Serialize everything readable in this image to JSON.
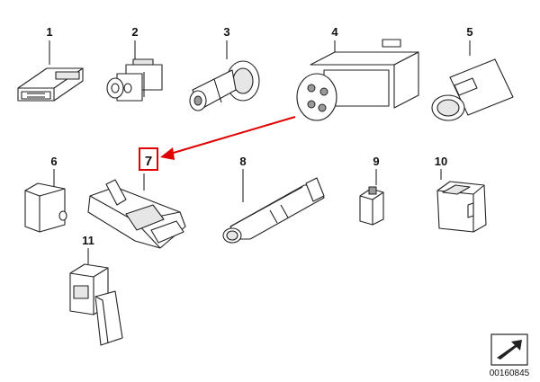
{
  "parts": [
    {
      "no": "1"
    },
    {
      "no": "2"
    },
    {
      "no": "3"
    },
    {
      "no": "4"
    },
    {
      "no": "5"
    },
    {
      "no": "6"
    },
    {
      "no": "7"
    },
    {
      "no": "8"
    },
    {
      "no": "9"
    },
    {
      "no": "10"
    },
    {
      "no": "11"
    }
  ],
  "highlight": {
    "part_no": "7",
    "color": "#e00000"
  },
  "document_number": "00160845",
  "icons": {
    "corner": "view-direction-arrow-icon"
  }
}
